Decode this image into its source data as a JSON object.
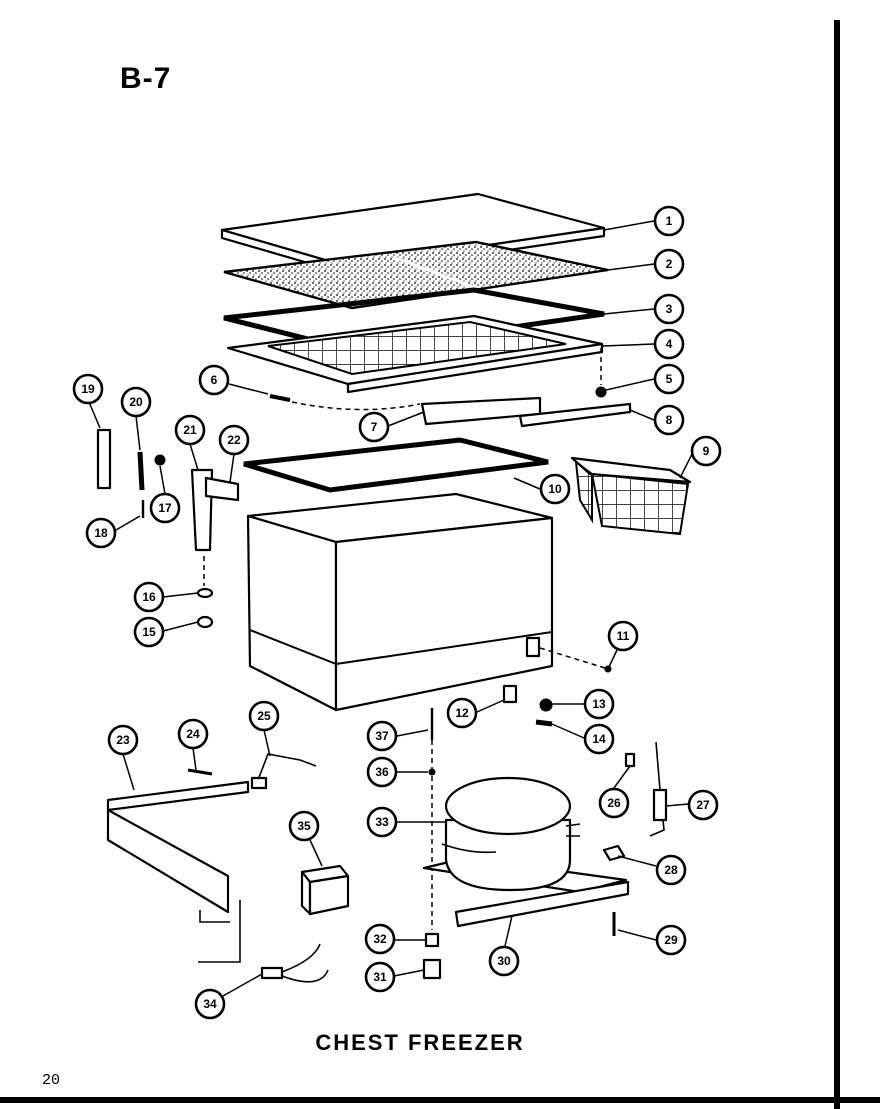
{
  "page_code": "B-7",
  "caption": "CHEST FREEZER",
  "page_number": "20",
  "callouts": [
    "1",
    "2",
    "3",
    "4",
    "5",
    "6",
    "7",
    "8",
    "9",
    "10",
    "11",
    "12",
    "13",
    "14",
    "15",
    "16",
    "17",
    "18",
    "19",
    "20",
    "21",
    "22",
    "23",
    "24",
    "25",
    "26",
    "27",
    "28",
    "29",
    "30",
    "31",
    "32",
    "33",
    "34",
    "35",
    "36",
    "37"
  ]
}
